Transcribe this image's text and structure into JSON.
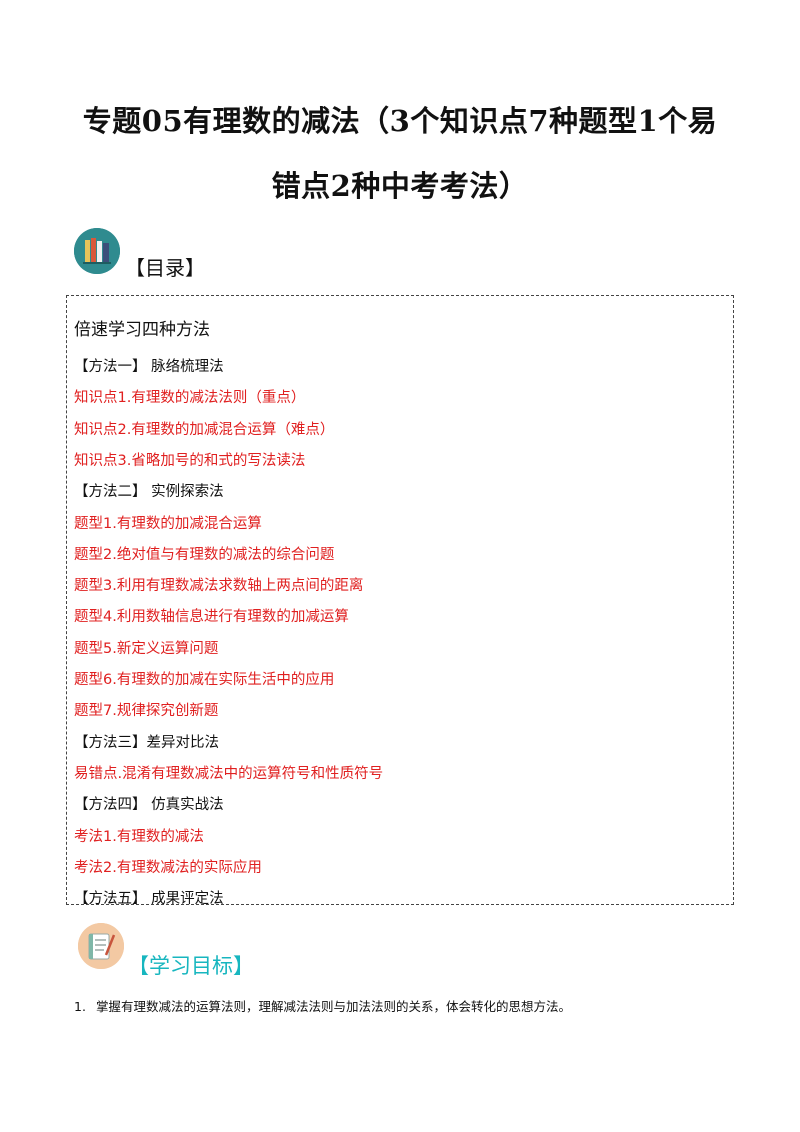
{
  "header": {
    "title_line1": "专题05有理数的减法（3个知识点7种题型1个易",
    "title_line2": "错点2种中考考法）"
  },
  "toc": {
    "heading": "【目录】",
    "subtitle": "倍速学习四种方法",
    "lines": [
      {
        "text": "【方法一】 脉络梳理法",
        "color": "black"
      },
      {
        "text": "知识点1.有理数的减法法则（重点）",
        "color": "red"
      },
      {
        "text": "知识点2.有理数的加减混合运算（难点）",
        "color": "red"
      },
      {
        "text": "知识点3.省略加号的和式的写法读法",
        "color": "red"
      },
      {
        "text": "【方法二】 实例探索法",
        "color": "black"
      },
      {
        "text": "题型1.有理数的加减混合运算",
        "color": "red"
      },
      {
        "text": "题型2.绝对值与有理数的减法的综合问题",
        "color": "red"
      },
      {
        "text": "题型3.利用有理数减法求数轴上两点间的距离",
        "color": "red"
      },
      {
        "text": "题型4.利用数轴信息进行有理数的加减运算",
        "color": "red"
      },
      {
        "text": "题型5.新定义运算问题",
        "color": "red"
      },
      {
        "text": "题型6.有理数的加减在实际生活中的应用",
        "color": "red"
      },
      {
        "text": "题型7.规律探究创新题",
        "color": "red"
      },
      {
        "text": "【方法三】差异对比法",
        "color": "black"
      },
      {
        "text": "易错点.混淆有理数减法中的运算符号和性质符号",
        "color": "red"
      },
      {
        "text": "【方法四】 仿真实战法",
        "color": "black"
      },
      {
        "text": "考法1.有理数的减法",
        "color": "red"
      },
      {
        "text": "考法2.有理数减法的实际应用",
        "color": "red"
      },
      {
        "text": "【方法五】 成果评定法",
        "color": "black"
      }
    ]
  },
  "goals": {
    "heading": "【学习目标】",
    "items": [
      {
        "num": "1.",
        "text": "掌握有理数减法的运算法则，理解减法法则与加法法则的关系，体会转化的思想方法。"
      }
    ]
  },
  "icons": {
    "toc_icon": "books-icon",
    "goal_icon": "notebook-pencil-icon"
  },
  "colors": {
    "red_text": "#e02020",
    "teal_heading": "#17b6bf",
    "icon_teal": "#2f8b8f",
    "icon_peach": "#f3c9a3"
  }
}
